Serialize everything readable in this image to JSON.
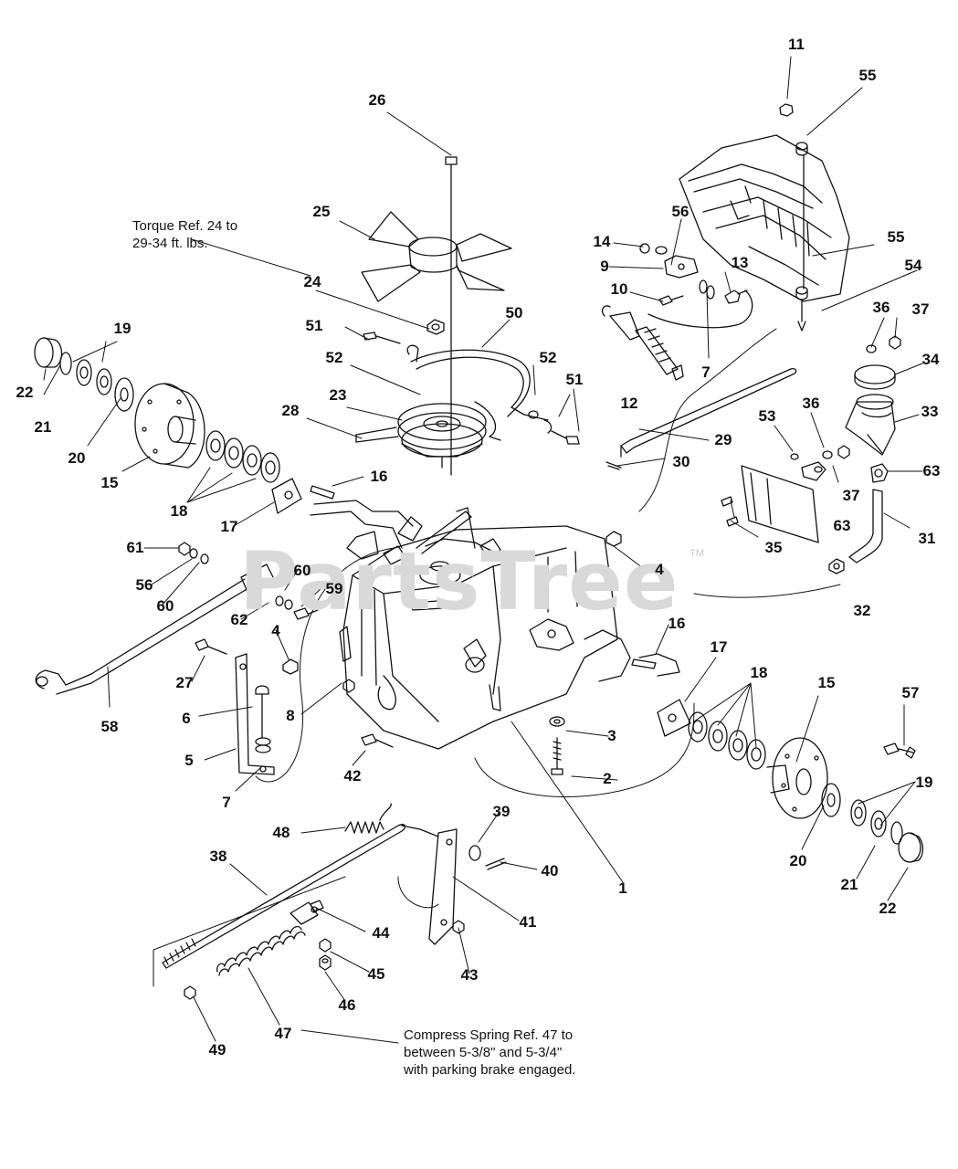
{
  "watermark": "PartsTree",
  "watermark_tm": "TM",
  "notes": {
    "torque": "Torque Ref. 24 to\n29-34 ft. lbs.",
    "spring": "Compress Spring Ref. 47 to\nbetween 5-3/8\"  and 5-3/4\"\nwith parking brake engaged."
  },
  "callouts": {
    "c11": "11",
    "c55a": "55",
    "c26": "26",
    "c25": "25",
    "c56a": "56",
    "c14": "14",
    "c9": "9",
    "c13": "13",
    "c55b": "55",
    "c54": "54",
    "c10": "10",
    "c36a": "36",
    "c37a": "37",
    "c24": "24",
    "c50": "50",
    "c19a": "19",
    "c51a": "51",
    "c52a": "52",
    "c52b": "52",
    "c22a": "22",
    "c7a": "7",
    "c34": "34",
    "c23": "23",
    "c51b": "51",
    "c12": "12",
    "c21a": "21",
    "c28": "28",
    "c36b": "36",
    "c33": "33",
    "c20a": "20",
    "c53": "53",
    "c29": "29",
    "c15a": "15",
    "c30": "30",
    "c16a": "16",
    "c63a": "63",
    "c18a": "18",
    "c37b": "37",
    "c17a": "17",
    "c63b": "63",
    "c31": "31",
    "c35": "35",
    "c61": "61",
    "c4a": "4",
    "c60a": "60",
    "c56b": "56",
    "c60b": "60",
    "c59": "59",
    "c32": "32",
    "c62": "62",
    "c4b": "4",
    "c16b": "16",
    "c27": "27",
    "c17b": "17",
    "c18b": "18",
    "c15b": "15",
    "c57": "57",
    "c6": "6",
    "c8": "8",
    "c58": "58",
    "c3": "3",
    "c5": "5",
    "c42": "42",
    "c2": "2",
    "c19b": "19",
    "c7b": "7",
    "c20b": "20",
    "c39": "39",
    "c48": "48",
    "c38": "38",
    "c40": "40",
    "c21b": "21",
    "c1": "1",
    "c22b": "22",
    "c41": "41",
    "c44": "44",
    "c45": "45",
    "c43": "43",
    "c46": "46",
    "c49": "49",
    "c47": "47"
  }
}
